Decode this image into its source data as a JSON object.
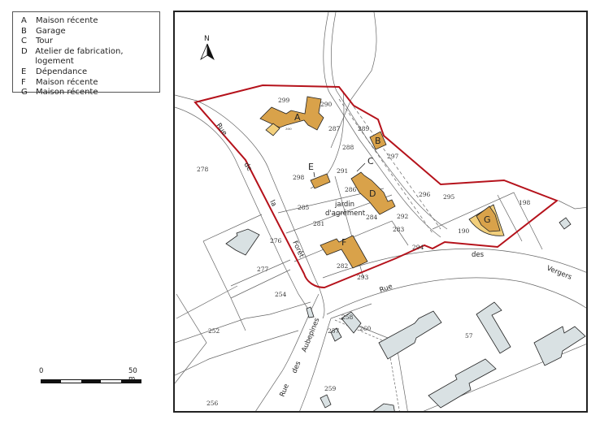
{
  "legend": {
    "items": [
      {
        "key": "A",
        "label": "Maison récente"
      },
      {
        "key": "B",
        "label": "Garage"
      },
      {
        "key": "C",
        "label": "Tour"
      },
      {
        "key": "D",
        "label": "Atelier de fabrication, logement"
      },
      {
        "key": "E",
        "label": "Dépendance"
      },
      {
        "key": "F",
        "label": "Maison récente"
      },
      {
        "key": "G",
        "label": "Maison récente"
      }
    ]
  },
  "scale_bar": {
    "start_label": "0",
    "end_label": "50 m",
    "segments": 5
  },
  "north_arrow": {
    "label": "N",
    "icon": "north-arrow-icon"
  },
  "colors": {
    "boundary": "#b5121b",
    "building_studied": "#d9a24a",
    "building_annex": "#f2cf7c",
    "building_other": "#d9e1e3",
    "lines": "#555555"
  },
  "buildings": {
    "A": "A",
    "B": "B",
    "C": "C",
    "D": "D",
    "E": "E",
    "F": "F",
    "G": "G",
    "small_label_A": "300"
  },
  "parcels": {
    "p299": "299",
    "p290": "290",
    "p287": "287",
    "p289": "289",
    "p288": "288",
    "p297": "297",
    "p298": "298",
    "p291": "291",
    "p286": "286",
    "p285": "285",
    "p296": "296",
    "p295": "295",
    "p198": "198",
    "p190": "190",
    "p292": "292",
    "p284": "284",
    "p283": "283",
    "p281": "281",
    "p282": "282",
    "p294": "294",
    "p293": "293",
    "p278": "278",
    "p276": "276",
    "p277": "277",
    "p254": "254",
    "p252": "252",
    "p256": "256",
    "p259": "259",
    "p258": "258",
    "p257": "257",
    "p260": "260",
    "p57": "57"
  },
  "garden_label": {
    "line1": "jardin",
    "line2": "d'agrément"
  },
  "streets": {
    "foret": {
      "w1": "Rue",
      "w2": "de",
      "w3": "la",
      "w4": "Forêt"
    },
    "vergers": {
      "w1": "Rue",
      "w2": "des",
      "w3": "Vergers"
    },
    "aubepines": {
      "w1": "Rue",
      "w2": "des",
      "w3": "Aubepines"
    }
  }
}
